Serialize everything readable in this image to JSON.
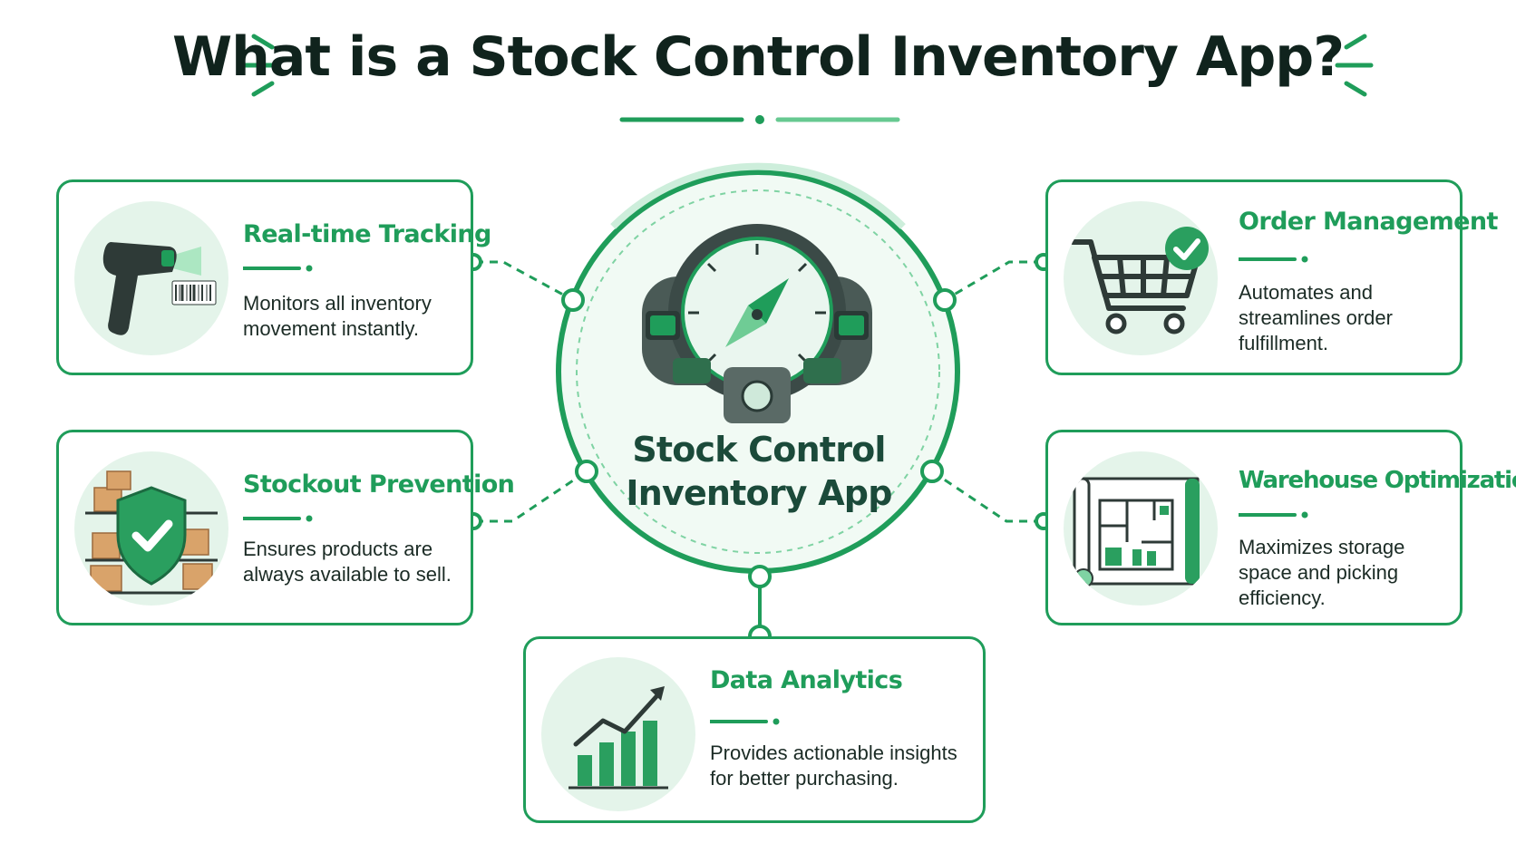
{
  "title": "What is a Stock Control Inventory App?",
  "hub": {
    "label": "Stock Control\nInventory App",
    "icon": "compass-control-panel-icon"
  },
  "colors": {
    "accent": "#1f9d5a",
    "accent_light": "#e4f4ea",
    "text": "#10231d",
    "hub_text": "#1b4a3a"
  },
  "features": [
    {
      "id": "real-time-tracking",
      "title": "Real-time Tracking",
      "description": "Monitors all inventory\nmovement instantly.",
      "icon": "barcode-scanner-icon"
    },
    {
      "id": "stockout-prevention",
      "title": "Stockout Prevention",
      "description": "Ensures products are\nalways available to sell.",
      "icon": "shield-check-icon"
    },
    {
      "id": "order-management",
      "title": "Order Management",
      "description": "Automates and\nstreamlines order\nfulfillment.",
      "icon": "shopping-cart-check-icon"
    },
    {
      "id": "warehouse-optimization",
      "title": "Warehouse Optimization",
      "description": "Maximizes storage\nspace and picking\nefficiency.",
      "icon": "warehouse-blueprint-icon"
    },
    {
      "id": "data-analytics",
      "title": "Data Analytics",
      "description": "Provides actionable insights\nfor better purchasing.",
      "icon": "bar-chart-growth-icon"
    }
  ]
}
